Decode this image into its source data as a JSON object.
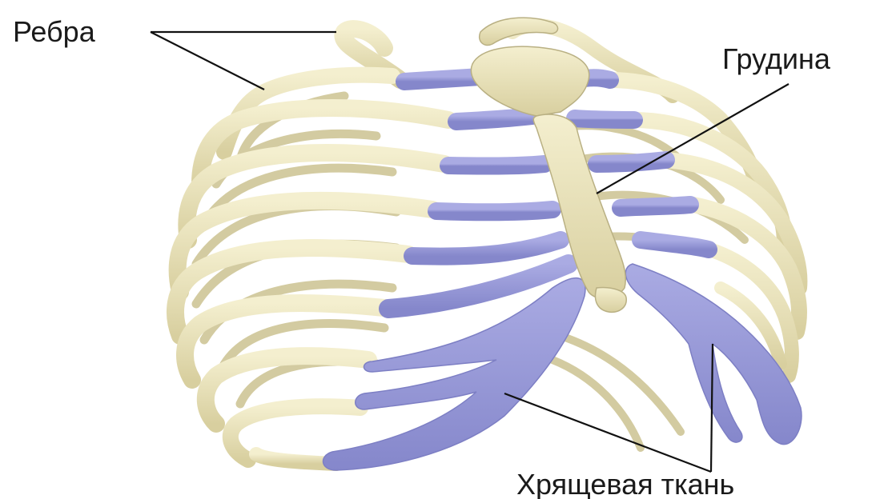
{
  "labels": {
    "ribs": "Ребра",
    "sternum": "Грудина",
    "cartilage": "Хрящевая ткань"
  },
  "colors": {
    "bone": "#ece6bd",
    "bone_shade": "#c9c191",
    "bone_outline": "#a79f72",
    "cartilage": "#9c9ddb",
    "cartilage_shade": "#7d7fc4",
    "background": "#ffffff",
    "label_text": "#1a1a1a"
  }
}
